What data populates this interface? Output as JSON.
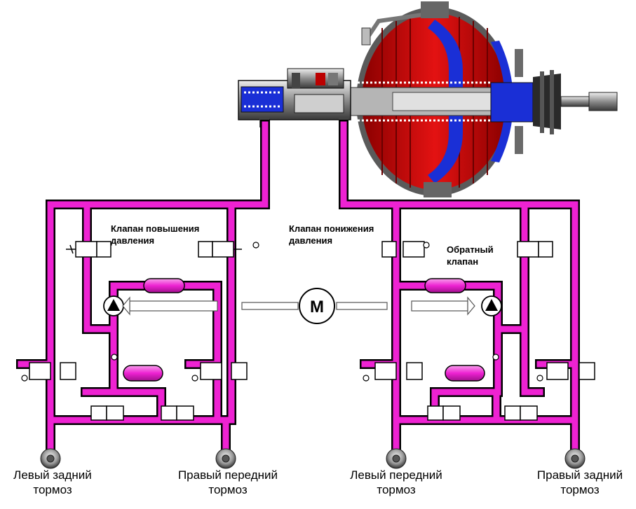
{
  "labels": {
    "pressure_increase_valve": [
      "Клапан повышения",
      "давления"
    ],
    "pressure_decrease_valve": [
      "Клапан понижения",
      "давления"
    ],
    "check_valve": [
      "Обратный",
      "клапан"
    ],
    "motor": "M"
  },
  "brakes": {
    "rear_left": [
      "Левый задний",
      "тормоз"
    ],
    "front_right": [
      "Правый передний",
      "тормоз"
    ],
    "front_left": [
      "Левый передний",
      "тормоз"
    ],
    "rear_right": [
      "Правый задний",
      "тормоз"
    ]
  },
  "colors": {
    "hydraulic_line": "#ee22d2",
    "booster_red": "#cc0a0a",
    "booster_blue": "#1a2fd6",
    "metal_gray": "#9a9a9a",
    "frame_black": "#000000"
  }
}
